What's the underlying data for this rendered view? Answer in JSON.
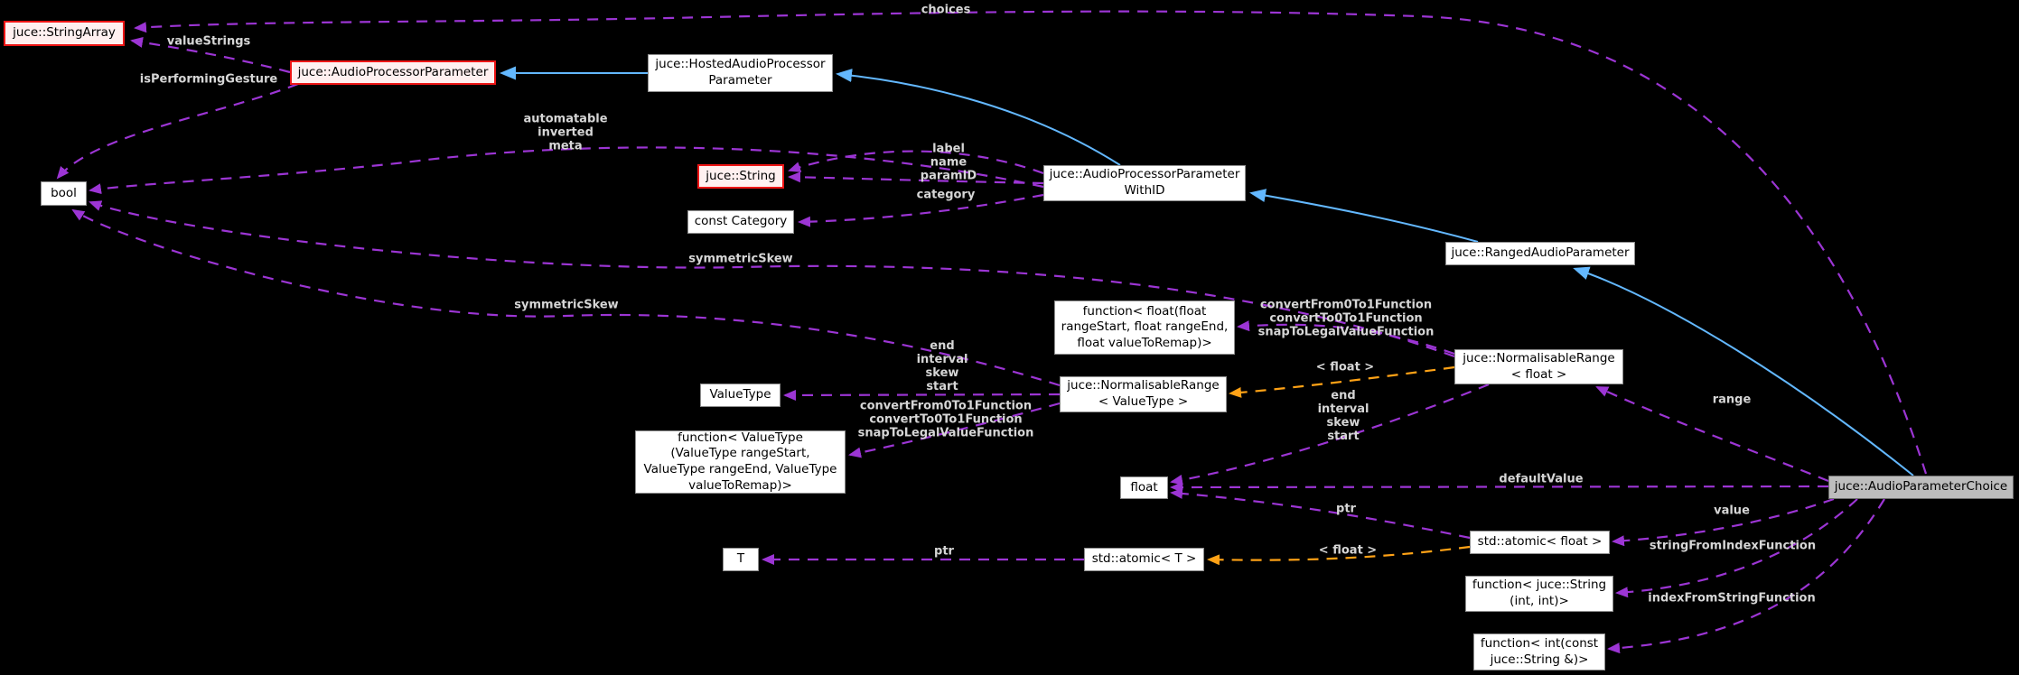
{
  "diagram": {
    "kind": "collaboration-graph",
    "main_class": "juce::AudioParameterChoice",
    "colors": {
      "bg": "#000000",
      "inherit": "#63b8ff",
      "usage": "#9c35d4",
      "template": "#ffa216",
      "label": "#d6d6d6",
      "node_bg": "#ffffff",
      "node_border": "#8e8e8e",
      "highlight_border": "#ee1515",
      "highlight_bg": "#fff0f0",
      "main_bg": "#bdbdbd",
      "main_border": "#6e6e6e"
    },
    "nodes": [
      {
        "id": "string-array",
        "label": "juce::StringArray"
      },
      {
        "id": "audio-processor-parameter",
        "label": "juce::AudioProcessorParameter"
      },
      {
        "id": "hosted-audio-processor-parameter",
        "label": "juce::HostedAudioProcessor\nParameter"
      },
      {
        "id": "bool",
        "label": "bool"
      },
      {
        "id": "string",
        "label": "juce::String"
      },
      {
        "id": "const-category",
        "label": "const Category"
      },
      {
        "id": "audio-processor-parameter-with-id",
        "label": "juce::AudioProcessorParameter\nWithID"
      },
      {
        "id": "ranged-audio-parameter",
        "label": "juce::RangedAudioParameter"
      },
      {
        "id": "function-float",
        "label": "function< float(float\nrangeStart, float rangeEnd,\nfloat valueToRemap)>"
      },
      {
        "id": "normalisable-range-float",
        "label": "juce::NormalisableRange\n< float >"
      },
      {
        "id": "value-type",
        "label": "ValueType"
      },
      {
        "id": "normalisable-range-valuetype",
        "label": "juce::NormalisableRange\n< ValueType >"
      },
      {
        "id": "function-valuetype",
        "label": "function< ValueType\n(ValueType rangeStart,\nValueType rangeEnd, ValueType\nvalueToRemap)>"
      },
      {
        "id": "float",
        "label": "float"
      },
      {
        "id": "t",
        "label": "T"
      },
      {
        "id": "atomic-t",
        "label": "std::atomic< T >"
      },
      {
        "id": "atomic-float",
        "label": "std::atomic< float >"
      },
      {
        "id": "function-string-int-int",
        "label": "function< juce::String\n(int, int)>"
      },
      {
        "id": "function-int-const-string",
        "label": "function< int(const\njuce::String &)>"
      },
      {
        "id": "audio-parameter-choice",
        "label": "juce::AudioParameterChoice"
      }
    ],
    "edge_labels": [
      {
        "id": "choices",
        "text": "choices"
      },
      {
        "id": "valueStrings",
        "text": "valueStrings"
      },
      {
        "id": "isPerformingGesture",
        "text": "isPerformingGesture"
      },
      {
        "id": "automatable-inverted-meta",
        "text": "automatable\ninverted\nmeta"
      },
      {
        "id": "label-name-paramID",
        "text": "label\nname\nparamID"
      },
      {
        "id": "category",
        "text": "category"
      },
      {
        "id": "symmetricSkew-1",
        "text": "symmetricSkew"
      },
      {
        "id": "symmetricSkew-2",
        "text": "symmetricSkew"
      },
      {
        "id": "convert-functions-right",
        "text": "convertFrom0To1Function\nconvertTo0To1Function\nsnapToLegalValueFunction"
      },
      {
        "id": "template-float-range",
        "text": "< float >"
      },
      {
        "id": "end-interval-skew-start-right",
        "text": "end\ninterval\nskew\nstart"
      },
      {
        "id": "range",
        "text": "range"
      },
      {
        "id": "end-interval-skew-start-left",
        "text": "end\ninterval\nskew\nstart"
      },
      {
        "id": "convert-functions-left",
        "text": "convertFrom0To1Function\nconvertTo0To1Function\nsnapToLegalValueFunction"
      },
      {
        "id": "defaultValue",
        "text": "defaultValue"
      },
      {
        "id": "value",
        "text": "value"
      },
      {
        "id": "ptr-right",
        "text": "ptr"
      },
      {
        "id": "template-float-atomic",
        "text": "< float >"
      },
      {
        "id": "ptr-left",
        "text": "ptr"
      },
      {
        "id": "stringFromIndexFunction",
        "text": "stringFromIndexFunction"
      },
      {
        "id": "indexFromStringFunction",
        "text": "indexFromStringFunction"
      }
    ]
  }
}
